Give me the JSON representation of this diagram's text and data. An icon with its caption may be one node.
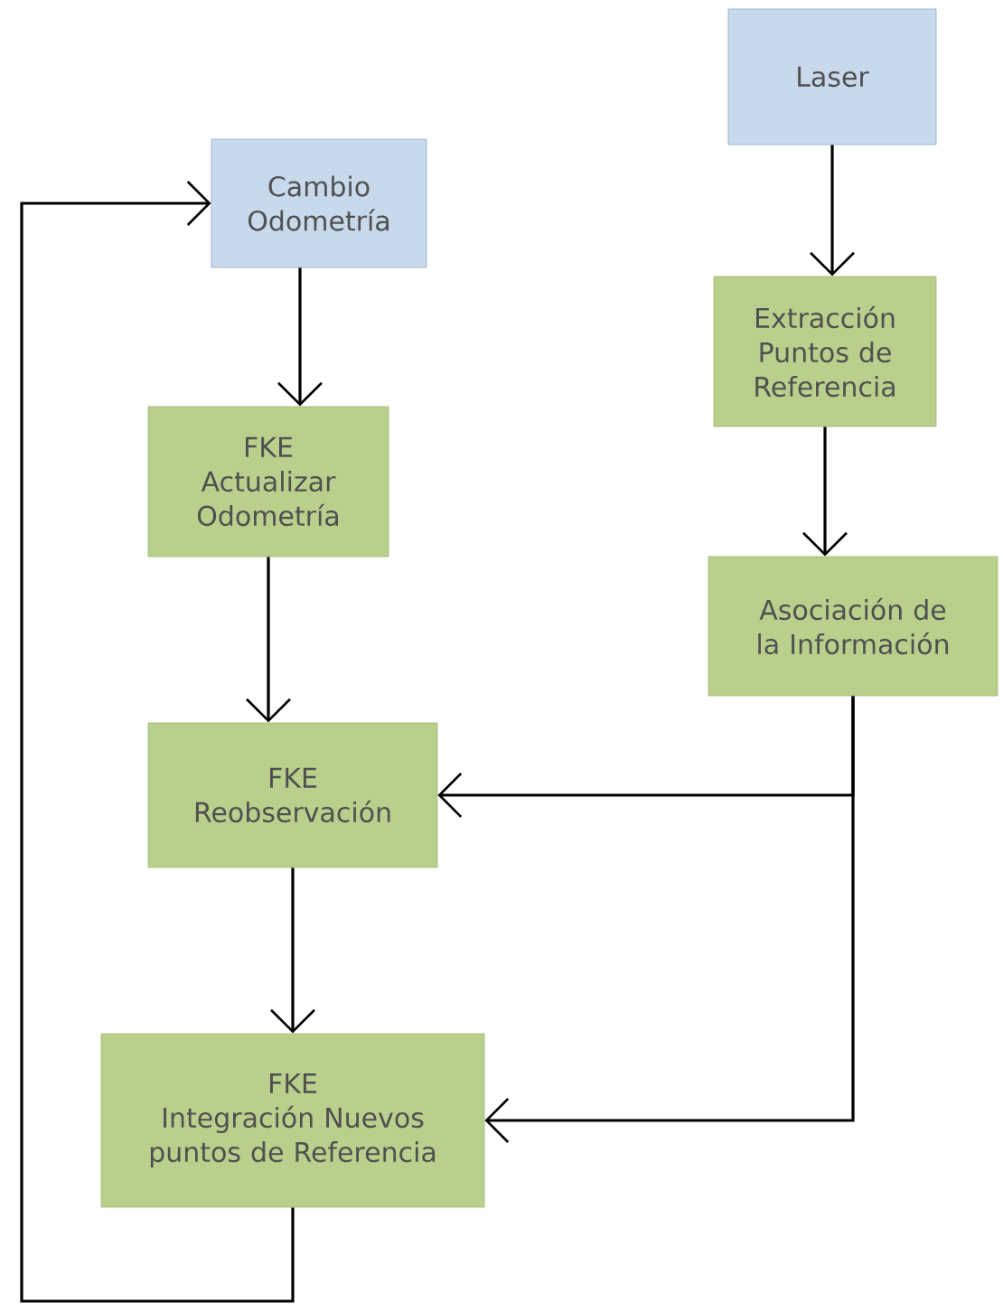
{
  "diagram": {
    "nodes": [
      {
        "text": [
          "Laser"
        ]
      },
      {
        "text": [
          "Cambio Odometría"
        ]
      },
      {
        "text": [
          "Extracción Puntos de Referencia"
        ]
      },
      {
        "text": [
          "FKE",
          "Actualizar Odometría"
        ]
      },
      {
        "text": [
          "Asociación de la Información"
        ]
      },
      {
        "text": [
          "FKE",
          "Reobservación"
        ]
      },
      {
        "text": [
          "FKE",
          "Integración Nuevos puntos de Referencia"
        ]
      }
    ],
    "edges": [
      {
        "from": 0,
        "to": 2,
        "arrow": "to"
      },
      {
        "from": 2,
        "to": 4,
        "arrow": "to"
      },
      {
        "from": 1,
        "to": 3,
        "arrow": "to"
      },
      {
        "from": 3,
        "to": 5,
        "arrow": "to"
      },
      {
        "from": 4,
        "to": 5,
        "arrow": "to"
      },
      {
        "from": 5,
        "to": 6,
        "arrow": "to"
      },
      {
        "from": 4,
        "to": 6,
        "arrow": "to"
      },
      {
        "from": 6,
        "to": 1,
        "arrow": "to"
      }
    ]
  }
}
